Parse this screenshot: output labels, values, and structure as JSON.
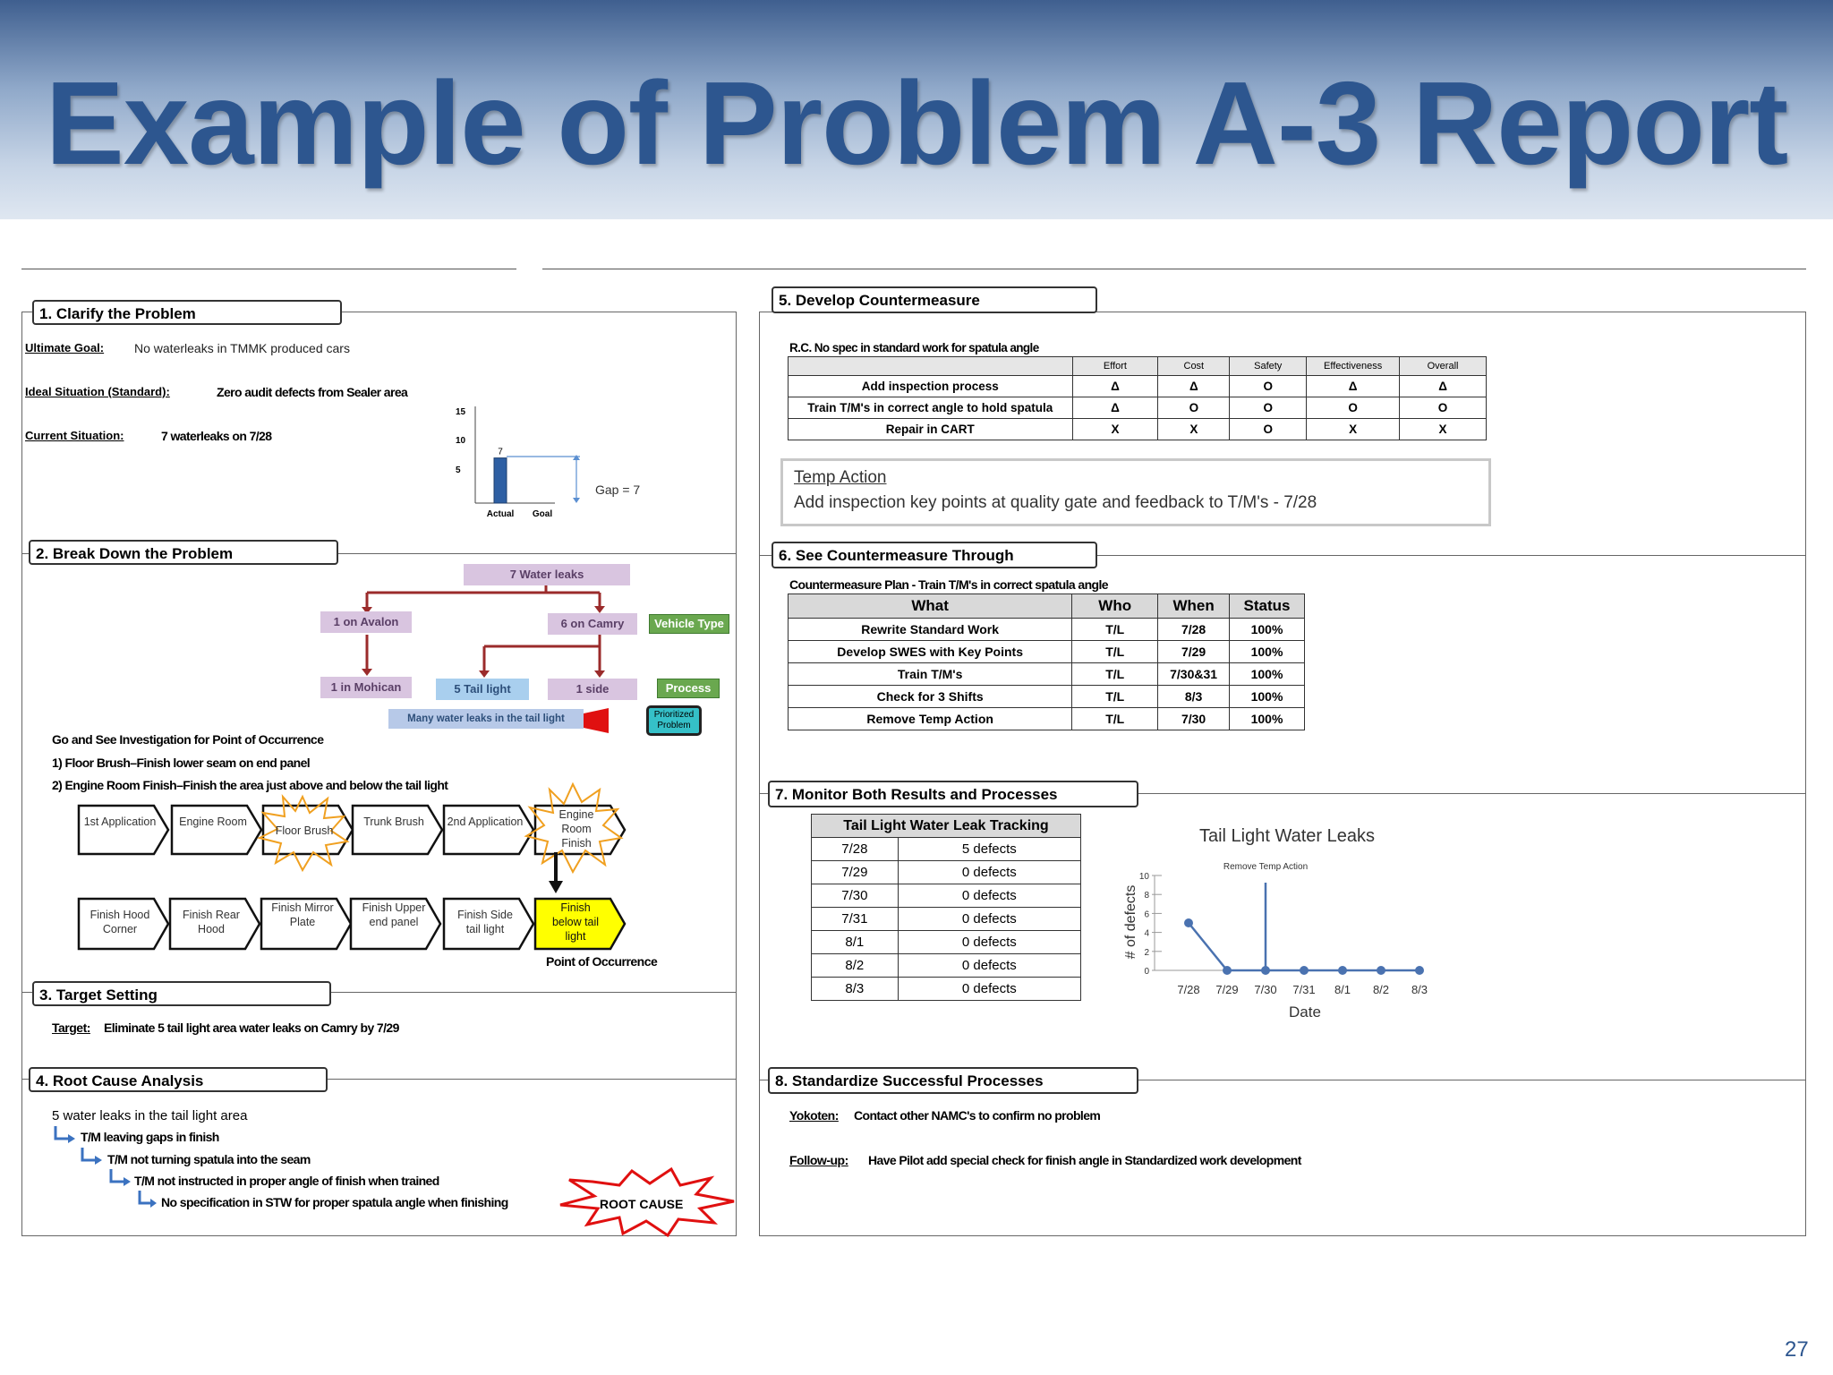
{
  "title": "Example of Problem A-3 Report",
  "page_number": "27",
  "s1": {
    "heading": "1. Clarify the Problem",
    "goal_label": "Ultimate Goal:",
    "goal_value": "No waterleaks in TMMK produced cars",
    "ideal_label": "Ideal Situation (Standard):",
    "ideal_value": "Zero audit defects from Sealer area",
    "current_label": "Current Situation:",
    "current_value": "7 waterleaks on 7/28",
    "chart": {
      "yticks": [
        "15",
        "10",
        "5"
      ],
      "bar_label": "7",
      "x_actual": "Actual",
      "x_goal": "Goal",
      "gap": "Gap = 7"
    }
  },
  "s2": {
    "heading": "2. Break Down the Problem",
    "tree": {
      "root": "7 Water leaks",
      "avalon": "1 on Avalon",
      "camry": "6 on Camry",
      "mohican": "1 in Mohican",
      "tail": "5 Tail light",
      "side": "1 side",
      "vehicle_type": "Vehicle Type",
      "process": "Process",
      "many": "Many water leaks in the tail light",
      "prioritized": "Prioritized Problem"
    },
    "go_see": "Go and See Investigation for Point of Occurrence",
    "item1": "1) Floor Brush–Finish lower seam on end panel",
    "item2": "2) Engine Room Finish–Finish the area just above and below the tail light",
    "flow_row1": [
      "1st Application",
      "Engine Room",
      "Floor Brush",
      "Trunk Brush",
      "2nd Application",
      "Engine Room Finish"
    ],
    "flow_row2": [
      "Finish Hood Corner",
      "Finish Rear Hood",
      "Finish Mirror Plate",
      "Finish Upper end panel",
      "Finish Side tail light",
      "Finish below tail light"
    ],
    "poo": "Point of Occurrence"
  },
  "s3": {
    "heading": "3. Target Setting",
    "target_label": "Target:",
    "target_value": "Eliminate 5 tail light area water leaks on Camry by 7/29"
  },
  "s4": {
    "heading": "4. Root Cause Analysis",
    "l0": "5 water leaks in the tail light area",
    "l1": "T/M leaving gaps in finish",
    "l2": "T/M not turning spatula into the seam",
    "l3": "T/M not instructed in proper angle of finish when trained",
    "l4": "No specification in STW for proper spatula angle when finishing",
    "root_cause": "ROOT CAUSE"
  },
  "s5": {
    "heading": "5. Develop Countermeasure",
    "rc": "R.C. No spec in standard work for spatula angle",
    "columns": [
      "Effort",
      "Cost",
      "Safety",
      "Effectiveness",
      "Overall"
    ],
    "rows": [
      {
        "label": "Add inspection process",
        "vals": [
          "Δ",
          "Δ",
          "O",
          "Δ",
          "Δ"
        ]
      },
      {
        "label": "Train T/M's in correct angle to hold spatula",
        "vals": [
          "Δ",
          "O",
          "O",
          "O",
          "O"
        ]
      },
      {
        "label": "Repair in CART",
        "vals": [
          "X",
          "X",
          "O",
          "X",
          "X"
        ]
      }
    ],
    "temp_title": "Temp Action",
    "temp_text": "Add inspection key points at quality gate and feedback to T/M's - 7/28"
  },
  "s6": {
    "heading": "6. See Countermeasure Through",
    "plan": "Countermeasure Plan - Train T/M's in correct spatula angle",
    "columns": [
      "What",
      "Who",
      "When",
      "Status"
    ],
    "rows": [
      [
        "Rewrite Standard Work",
        "T/L",
        "7/28",
        "100%"
      ],
      [
        "Develop SWES with Key Points",
        "T/L",
        "7/29",
        "100%"
      ],
      [
        "Train T/M's",
        "T/L",
        "7/30&31",
        "100%"
      ],
      [
        "Check for 3 Shifts",
        "T/L",
        "8/3",
        "100%"
      ],
      [
        "Remove Temp Action",
        "T/L",
        "7/30",
        "100%"
      ]
    ]
  },
  "s7": {
    "heading": "7. Monitor Both Results and Processes",
    "table_title": "Tail Light Water Leak Tracking",
    "rows": [
      [
        "7/28",
        "5 defects"
      ],
      [
        "7/29",
        "0 defects"
      ],
      [
        "7/30",
        "0 defects"
      ],
      [
        "7/31",
        "0 defects"
      ],
      [
        "8/1",
        "0 defects"
      ],
      [
        "8/2",
        "0 defects"
      ],
      [
        "8/3",
        "0 defects"
      ]
    ],
    "chart_title": "Tail Light Water Leaks",
    "ylabel": "# of defects",
    "xlabel": "Date",
    "annotation": "Remove Temp Action"
  },
  "s8": {
    "heading": "8. Standardize Successful Processes",
    "yokoten_label": "Yokoten:",
    "yokoten_value": "Contact other NAMC's to confirm no problem",
    "followup_label": "Follow-up:",
    "followup_value": "Have Pilot add special check for finish angle in Standardized work development"
  },
  "chart_data": [
    {
      "type": "bar",
      "categories": [
        "Actual",
        "Goal"
      ],
      "values": [
        7,
        0
      ],
      "title": "",
      "xlabel": "",
      "ylabel": "",
      "ylim": [
        0,
        15
      ],
      "annotations": [
        "Gap = 7"
      ]
    },
    {
      "type": "line",
      "title": "Tail Light Water Leaks",
      "x": [
        "7/28",
        "7/29",
        "7/30",
        "7/31",
        "8/1",
        "8/2",
        "8/3"
      ],
      "values": [
        5,
        0,
        0,
        0,
        0,
        0,
        0
      ],
      "xlabel": "Date",
      "ylabel": "# of defects",
      "ylim": [
        0,
        10
      ],
      "yticks": [
        0,
        2,
        4,
        6,
        8,
        10
      ],
      "annotations": [
        "Remove Temp Action"
      ],
      "grid": false,
      "colors": [
        "#4a72b0"
      ]
    }
  ]
}
